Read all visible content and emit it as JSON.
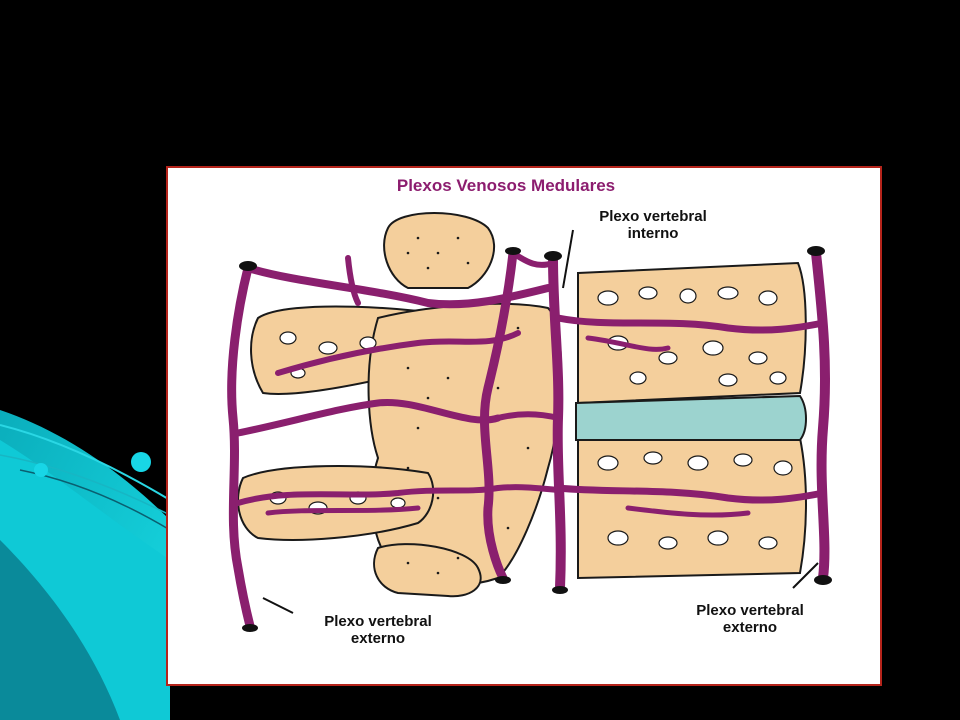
{
  "slide": {
    "background_color": "#000000",
    "accent_color": "#16d7e6"
  },
  "figure": {
    "title": "Plexos Venosos Medulares",
    "title_color": "#8c1d6f",
    "frame_color": "#b5241b",
    "vein_color": "#8a1f6e",
    "bone_color": "#f4cf9c",
    "disc_color": "#9cd3cf",
    "labels": {
      "internal_plexus": {
        "line1": "Plexo vertebral",
        "line2": "interno"
      },
      "external_plexus_left": {
        "line1": "Plexo vertebral",
        "line2": "externo"
      },
      "external_plexus_right": {
        "line1": "Plexo vertebral",
        "line2": "externo"
      }
    }
  }
}
